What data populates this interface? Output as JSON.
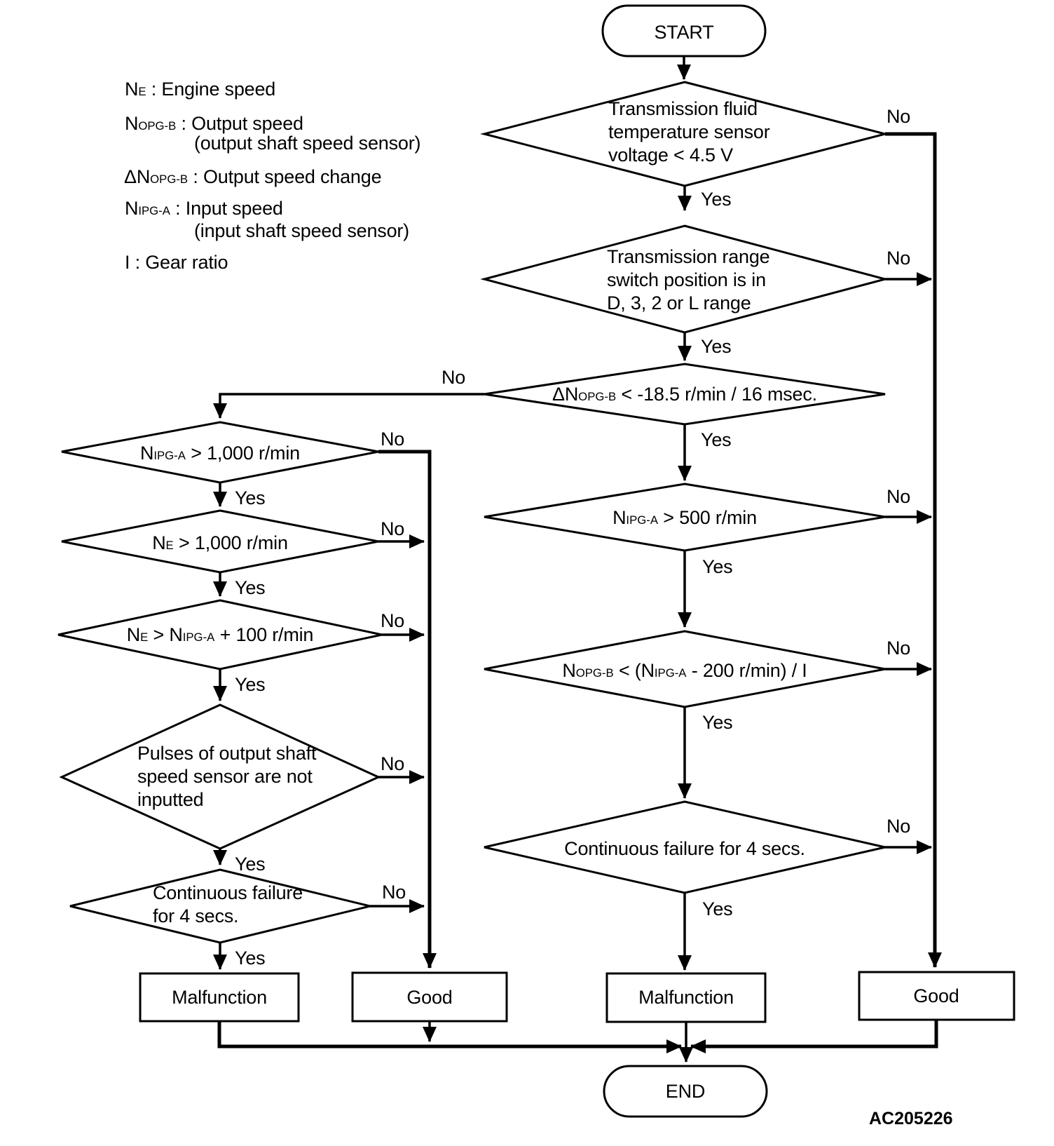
{
  "page": {
    "figure_code": "AC205226",
    "ink_color": "#000000",
    "paper_color": "#ffffff"
  },
  "legend": {
    "engine_speed": [
      {
        "t": "N"
      },
      {
        "s": "E"
      },
      {
        "t": " : Engine speed"
      }
    ],
    "output_speed": [
      {
        "t": "N"
      },
      {
        "s": "OPG-B"
      },
      {
        "t": " : Output speed"
      }
    ],
    "output_speed_note": "(output shaft speed sensor)",
    "output_speed_change": [
      {
        "t": "ΔN"
      },
      {
        "s": "OPG-B"
      },
      {
        "t": " : Output speed change"
      }
    ],
    "input_speed": [
      {
        "t": "N"
      },
      {
        "s": "IPG-A"
      },
      {
        "t": " : Input speed"
      }
    ],
    "input_speed_note": "(input shaft speed sensor)",
    "gear_ratio": "I : Gear ratio"
  },
  "terminators": {
    "start": "START",
    "end": "END"
  },
  "branch_labels": {
    "yes": "Yes",
    "no": "No"
  },
  "decisions": {
    "fluid_temp_voltage": {
      "lines": [
        "Transmission fluid",
        "temperature sensor",
        "voltage < 4.5 V"
      ]
    },
    "range_switch": {
      "lines": [
        "Transmission range",
        "switch position is in",
        "D, 3, 2 or L range"
      ]
    },
    "output_speed_drop": {
      "text": [
        {
          "t": "ΔN"
        },
        {
          "s": "OPG-B"
        },
        {
          "t": " < -18.5 r/min / 16 msec."
        }
      ]
    },
    "input_speed_over_500": {
      "text": [
        {
          "t": "N"
        },
        {
          "s": "IPG-A"
        },
        {
          "t": " > 500 r/min"
        }
      ]
    },
    "output_vs_input_ratio": {
      "text": [
        {
          "t": "N"
        },
        {
          "s": "OPG-B"
        },
        {
          "t": " < (N"
        },
        {
          "s": "IPG-A"
        },
        {
          "t": " - 200 r/min) / I"
        }
      ]
    },
    "continuous_failure_right": {
      "text": "Continuous failure for 4 secs."
    },
    "input_speed_over_1000": {
      "text": [
        {
          "t": "N"
        },
        {
          "s": "IPG-A"
        },
        {
          "t": " > 1,000 r/min"
        }
      ]
    },
    "engine_speed_over_1000": {
      "text": [
        {
          "t": "N"
        },
        {
          "s": "E"
        },
        {
          "t": " > 1,000 r/min"
        }
      ]
    },
    "engine_vs_input": {
      "text": [
        {
          "t": "N"
        },
        {
          "s": "E"
        },
        {
          "t": " > N"
        },
        {
          "s": "IPG-A"
        },
        {
          "t": " + 100 r/min"
        }
      ]
    },
    "pulses_not_inputted": {
      "lines": [
        "Pulses of output shaft",
        "speed sensor are not",
        "inputted"
      ]
    },
    "continuous_failure_left": {
      "lines": [
        "Continuous failure",
        "for 4 secs."
      ]
    }
  },
  "results": {
    "malfunction_left": "Malfunction",
    "good_left": "Good",
    "malfunction_right": "Malfunction",
    "good_right": "Good"
  }
}
